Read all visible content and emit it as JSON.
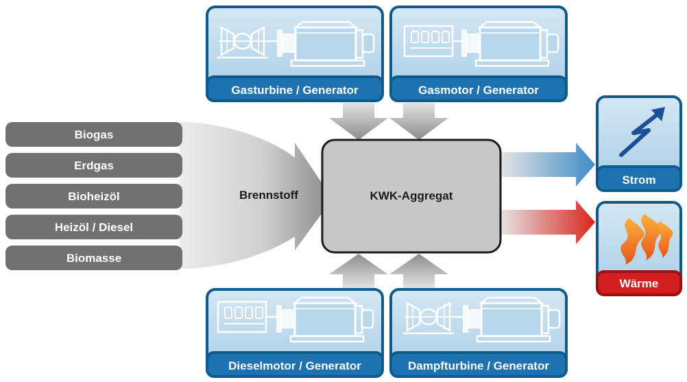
{
  "fuels": [
    "Biogas",
    "Erdgas",
    "Bioheizöl",
    "Heizöl / Diesel",
    "Biomasse"
  ],
  "labels": {
    "fuel_arrow": "Brennstoff",
    "center": "KWK-Aggregat"
  },
  "generators": {
    "top_left": "Gasturbine / Generator",
    "top_right": "Gasmotor / Generator",
    "bottom_left": "Dieselmotor / Generator",
    "bottom_right": "Dampfturbine / Generator"
  },
  "outputs": {
    "power": "Strom",
    "heat": "Wärme"
  },
  "colors": {
    "panel_blue": "#b9d7ea",
    "panel_border": "#0e5a8a",
    "header_blue": "#1f72b0",
    "fuel_grey": "#717171",
    "center_grey": "#c8c8c8",
    "heat_red": "#d21e1e",
    "flame_orange": "#f07818",
    "bolt_blue": "#1b4f9c"
  },
  "icons": [
    "turbine-icon",
    "engine-icon",
    "generator-icon",
    "lightning-bolt-icon",
    "flame-icon"
  ]
}
